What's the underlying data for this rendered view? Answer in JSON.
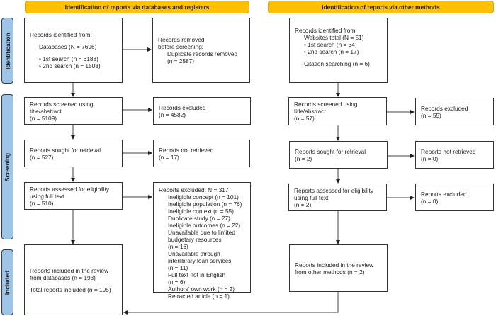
{
  "headers": {
    "left": "Identification of reports via databases and registers",
    "right": "Identification of reports via other methods"
  },
  "phases": [
    "Identification",
    "Screening",
    "Included"
  ],
  "colors": {
    "header": "#ffc000",
    "phase": "#9dc3e6"
  },
  "databases": {
    "identified": {
      "title": "Records identified from:",
      "source": "Databases (N = 7696)",
      "bullets": [
        "1st search (n = 6188)",
        "2nd search (n = 1508)"
      ]
    },
    "removed": {
      "title": "Records removed before screening:",
      "item": "Duplicate records removed",
      "count": "(n = 2587)"
    },
    "screened": {
      "line1": "Records screened using",
      "line2": "title/abstract",
      "count": "(n = 5109)"
    },
    "excluded": {
      "title": "Records excluded",
      "count": "(n = 4582)"
    },
    "sought": {
      "title": "Reports sought for retrieval",
      "count": "(n = 527)"
    },
    "not_retrieved": {
      "title": "Reports not retrieved",
      "count": "(n = 17)"
    },
    "assessed": {
      "line1": "Reports assessed for eligibility",
      "line2": "using full text",
      "count": "(n = 510)"
    },
    "reports_excluded": {
      "title": "Reports excluded: N = 317",
      "reasons": [
        "Ineligible concept (n = 101)",
        "Ineligible population (n = 76)",
        "Ineligible context (n = 55)",
        "Duplicate study (n = 27)",
        "Ineligible outcomes (n = 22)",
        "Unavailable due to limited",
        "budgetary resources",
        "(n = 16)",
        "Unavailable through",
        "interlibrary loan services",
        "(n = 11)",
        "Full text not in English",
        "(n = 6)",
        "Authors' own work (n = 2)",
        "Retracted article (n = 1)"
      ]
    },
    "included": {
      "line1": "Reports included in the review",
      "line2": "from databases (n = 193)",
      "total": "Total reports included (n = 195)"
    }
  },
  "other": {
    "identified": {
      "title": "Records identified from:",
      "source": "Websites total (N = 51)",
      "bullets": [
        "1st search (n = 34)",
        "2nd search (n = 17)"
      ],
      "citation": "Citation searching (n = 6)"
    },
    "screened": {
      "line1": "Records screened using",
      "line2": "title/abstract",
      "count": "(n = 57)"
    },
    "excluded": {
      "title": "Records excluded",
      "count": "(n = 55)"
    },
    "sought": {
      "title": "Reports sought for retrieval",
      "count": "(n = 2)"
    },
    "not_retrieved": {
      "title": "Reports not retrieved",
      "count": "(n = 0)"
    },
    "assessed": {
      "line1": "Reports assessed for eligibility",
      "line2": "using full text",
      "count": "(n = 2)"
    },
    "reports_excluded": {
      "title": "Reports excluded",
      "count": "(n = 0)"
    },
    "included": {
      "line1": "Reports included in the review",
      "line2": "from other methods (n = 2)"
    }
  }
}
